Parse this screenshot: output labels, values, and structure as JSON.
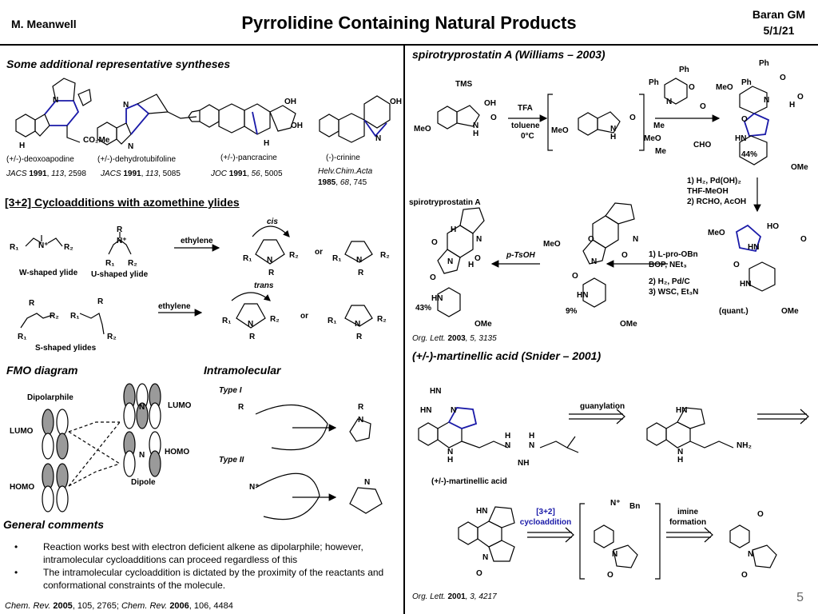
{
  "header": {
    "author": "M. Meanwell",
    "title": "Pyrrolidine Containing Natural Products",
    "group": "Baran GM",
    "date": "5/1/21"
  },
  "left": {
    "additional_title": "Some additional representative syntheses",
    "compounds": [
      {
        "name": "(+/-)-deoxoapodine",
        "ref_journal": "JACS",
        "ref_year": "1991",
        "ref_vol": "113",
        "ref_page": "2598"
      },
      {
        "name": "(+/-)-dehydrotubifoline",
        "ref_journal": "JACS",
        "ref_year": "1991",
        "ref_vol": "113",
        "ref_page": "5085"
      },
      {
        "name": "(+/-)-pancracine",
        "ref_journal": "JOC",
        "ref_year": "1991",
        "ref_vol": "56",
        "ref_page": "5005"
      },
      {
        "name": "(-)-crinine",
        "ref_journal": "Helv.Chim.Acta",
        "ref_year": "1985",
        "ref_vol": "68",
        "ref_page": "745"
      }
    ],
    "cycloaddition_title": "[3+2] Cycloadditions with azomethine ylides",
    "w_ylide": "W-shaped ylide",
    "u_ylide": "U-shaped ylide",
    "s_ylide": "S-shaped ylides",
    "ethylene_1": "ethylene",
    "ethylene_2": "ethylene",
    "cis": "cis",
    "trans": "trans",
    "or_1": "or",
    "or_2": "or",
    "fmo_title": "FMO diagram",
    "dipolarphile": "Dipolarphile",
    "dipole": "Dipole",
    "lumo_left": "LUMO",
    "homo_left": "HOMO",
    "lumo_right": "LUMO",
    "homo_right": "HOMO",
    "intramolecular_title": "Intramolecular",
    "type1": "Type I",
    "type2": "Type II",
    "general_title": "General comments",
    "bullet1": "Reaction works best with electron deficient alkene as dipolarphile; however, intramolecular cycloadditions can proceed regardless of this",
    "bullet2": "The intramolecular cycloaddition is dictated by the proximity of the reactants and conformational constraints of the molecule.",
    "footer_ref_j1": "Chem. Rev.",
    "footer_ref_y1": "2005",
    "footer_ref_p1": ", 105, 2765; ",
    "footer_ref_j2": "Chem. Rev.",
    "footer_ref_y2": "2006",
    "footer_ref_p2": ", 106, 4484"
  },
  "right": {
    "spiro_title": "spirotryprostatin A (Williams – 2003)",
    "tfa": "TFA",
    "toluene": "toluene",
    "temp": "0°C",
    "cond1": "1) H₂, Pd(OH)₂",
    "cond2": "THF-MeOH",
    "cond3": "2) RCHO, AcOH",
    "yield_44": "44%",
    "spiro_name": "spirotryprostatin A",
    "ptsoh": "p-TsOH",
    "step_a1": "1) L-pro-OBn",
    "step_a2": "BOP, NEt₃",
    "step_b": "2) H₂, Pd/C",
    "step_c": "3) WSC, Et₃N",
    "yield_43": "43%",
    "yield_9": "9%",
    "yield_quant": "(quant.)",
    "spiro_ref_j": "Org. Lett.",
    "spiro_ref_y": "2003",
    "spiro_ref_p": ", 5, 3135",
    "mart_title": "(+/-)-martinellic acid (Snider – 2001)",
    "guanylation": "guanylation",
    "mart_name": "(+/-)-martinellic acid",
    "cyclo_label_1": "[3+2]",
    "cyclo_label_2": "cycloaddition",
    "imine_1": "imine",
    "imine_2": "formation",
    "mart_ref_j": "Org. Lett.",
    "mart_ref_y": "2001",
    "mart_ref_p": ", 3, 4217"
  },
  "page_number": "5",
  "colors": {
    "highlight": "#1a1aa8",
    "lobe": "#9a9a9a"
  }
}
